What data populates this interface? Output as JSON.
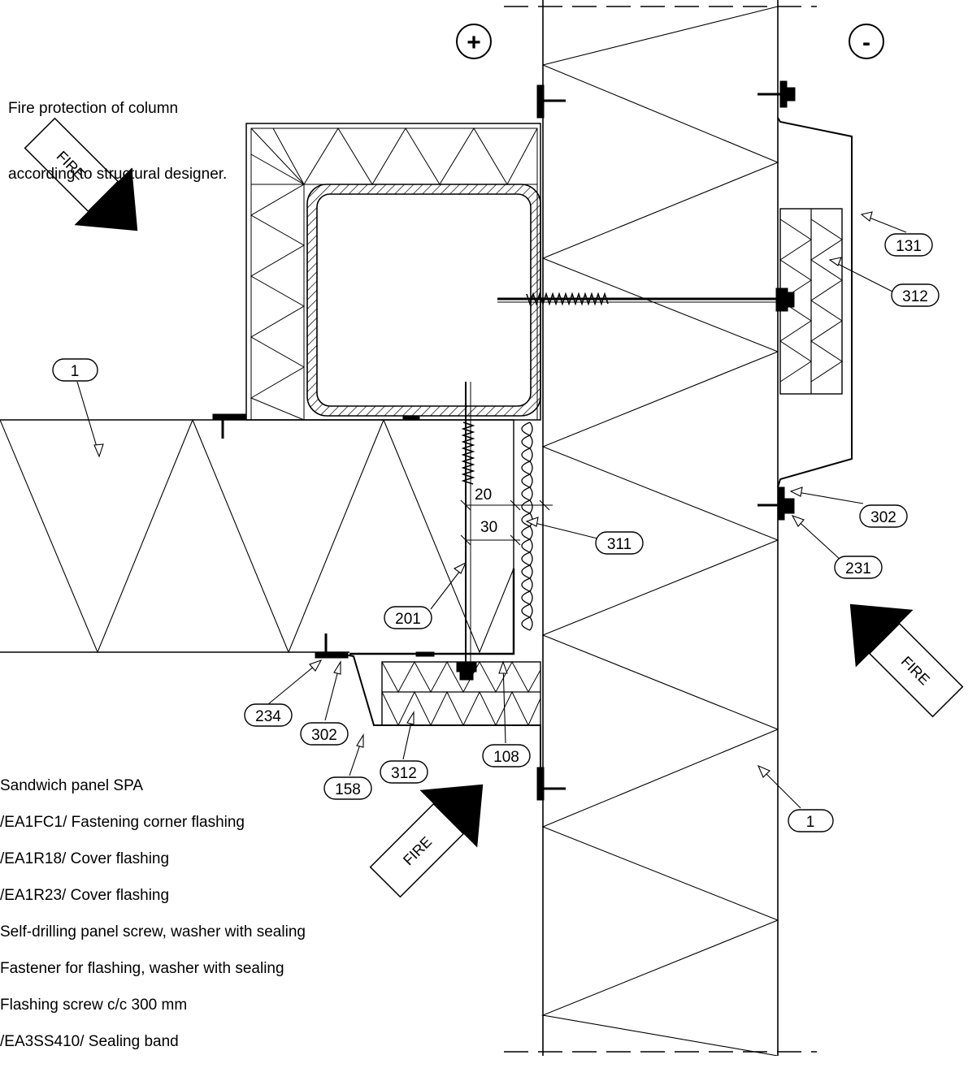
{
  "note": {
    "line1": "Fire protection of column",
    "line2": "according to structural designer."
  },
  "sides": {
    "plus": "+",
    "minus": "-"
  },
  "fire_label": "FIRE",
  "dimensions": {
    "d1": "20",
    "d2": "30"
  },
  "callouts": {
    "c1a": "1",
    "c1b": "1",
    "c131": "131",
    "c312a": "312",
    "c312b": "312",
    "c302a": "302",
    "c302b": "302",
    "c231": "231",
    "c311": "311",
    "c201": "201",
    "c234": "234",
    "c158": "158",
    "c108": "108"
  },
  "legend": [
    "Sandwich panel SPA",
    "/EA1FC1/ Fastening corner flashing",
    "/EA1R18/ Cover flashing",
    "/EA1R23/ Cover flashing",
    "Self-drilling panel screw, washer with sealing",
    "Fastener for flashing, washer with sealing",
    "Flashing screw c/c 300 mm",
    "/EA3SS410/ Sealing band"
  ],
  "colors": {
    "line": "#000000",
    "background": "#ffffff"
  }
}
